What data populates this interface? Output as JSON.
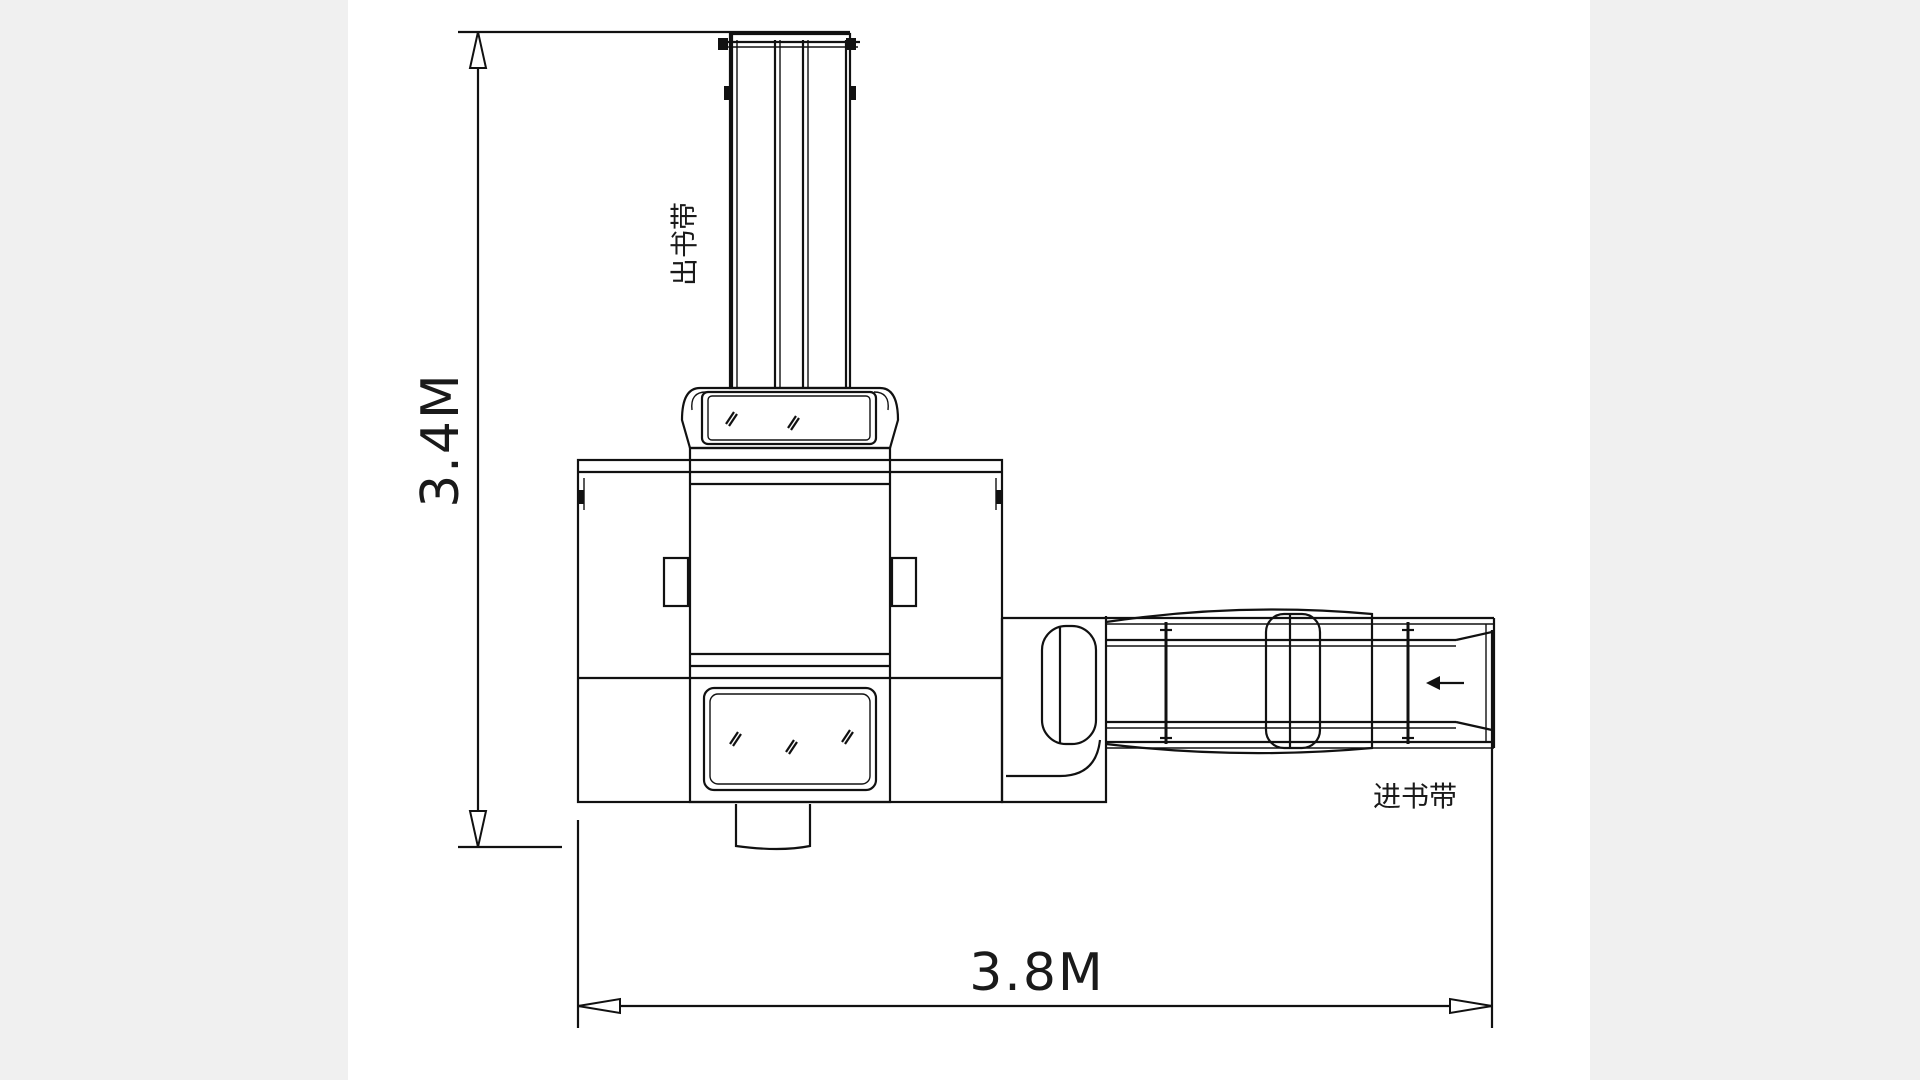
{
  "dimensions": {
    "height_label": "3.4M",
    "width_label": "3.8M"
  },
  "labels": {
    "output_belt": "出书带",
    "input_belt": "进书带"
  }
}
